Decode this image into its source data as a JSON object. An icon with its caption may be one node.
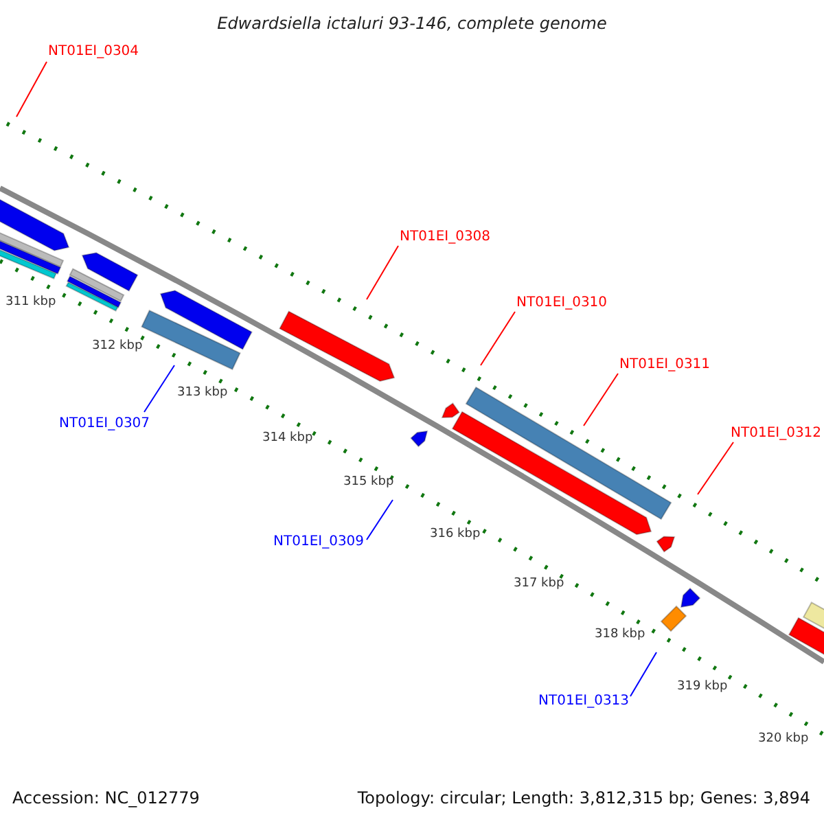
{
  "diagram": {
    "title": "Edwardsiella ictaluri 93-146, complete genome",
    "nodes": [
      {
        "text": [
          "NT01EI_0304"
        ]
      },
      {
        "text": [
          "NT01EI_0308"
        ]
      },
      {
        "text": [
          "NT01EI_0310"
        ]
      },
      {
        "text": [
          "NT01EI_0311"
        ]
      },
      {
        "text": [
          "NT01EI_0307"
        ]
      },
      {
        "text": [
          "NT01EI_0312"
        ]
      },
      {
        "text": [
          "NT01EI_0309"
        ]
      },
      {
        "text": [
          "NT01EI_0313"
        ]
      }
    ],
    "edges": [
      {
        "from": 0,
        "to": null,
        "arrow": "none"
      },
      {
        "from": 1,
        "to": null,
        "arrow": "none"
      },
      {
        "from": 2,
        "to": null,
        "arrow": "none"
      },
      {
        "from": 3,
        "to": null,
        "arrow": "none"
      },
      {
        "from": 4,
        "to": null,
        "arrow": "none",
        "color": "#0000ff"
      },
      {
        "from": 5,
        "to": null,
        "arrow": "none"
      },
      {
        "from": 6,
        "to": null,
        "arrow": "none",
        "color": "#0000ff"
      },
      {
        "from": 7,
        "to": null,
        "arrow": "none",
        "color": "#0000ff"
      }
    ],
    "labels": [
      "311 kbp",
      "312 kbp",
      "313 kbp",
      "314 kbp",
      "315 kbp",
      "316 kbp",
      "317 kbp",
      "318 kbp",
      "319 kbp",
      "320 kbp",
      "Accession: NC_012779",
      "Topology: circular; Length: 3,812,315 bp; Genes: 3,894"
    ]
  }
}
